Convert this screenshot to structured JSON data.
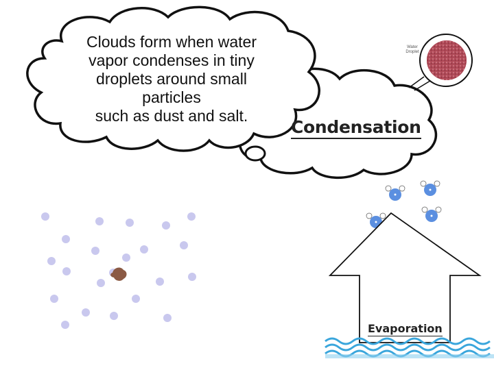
{
  "bubble": {
    "lines": [
      "Clouds form when water",
      "vapor condenses in tiny",
      "droplets around small",
      "particles",
      "such as dust and salt."
    ]
  },
  "condensation_label": "Condensation",
  "evaporation_label": "Evaporation",
  "droplet_label": [
    "Water",
    "Droplet"
  ],
  "colors": {
    "vapor_dot": "#c9c8ee",
    "particle": "#8b5a44",
    "molecule": "#5b8fe0",
    "droplet": "#b04a58",
    "water": "#3aa6dc"
  },
  "icons": {
    "molecule": "water-molecule-icon",
    "particle": "dust-particle-icon",
    "droplet": "water-droplet-icon",
    "arrow": "up-arrow-icon",
    "waves": "water-waves-icon"
  }
}
